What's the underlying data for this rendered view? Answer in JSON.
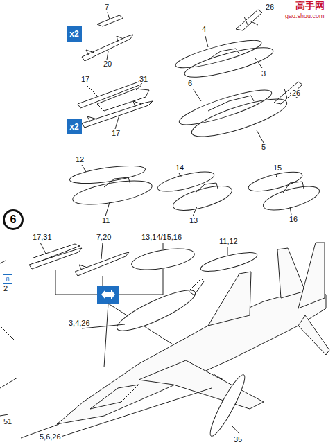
{
  "diagram": {
    "nodes": [
      {
        "text": [
          "x2"
        ]
      },
      {
        "text": [
          "x2"
        ]
      },
      {
        "text": [
          "6"
        ]
      },
      {
        "text": [
          "8"
        ]
      }
    ],
    "labels": [
      "26",
      "7",
      "4",
      "20",
      "3",
      "17",
      "31",
      "26",
      "6",
      "17",
      "5",
      "12",
      "14",
      "15",
      "11",
      "13",
      "16",
      "17,31",
      "7,20",
      "13,14/15,16",
      "11,12",
      "2",
      "3,4,26",
      "51",
      "5,6,26",
      "35",
      "高手网",
      "gao.shou.com"
    ]
  }
}
